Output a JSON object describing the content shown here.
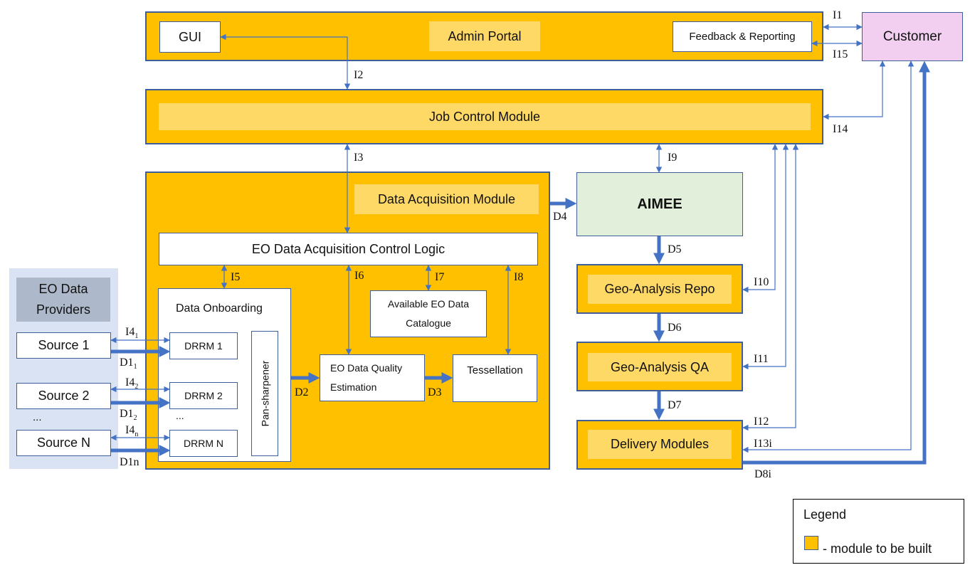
{
  "admin_portal": {
    "label": "Admin Portal",
    "gui": "GUI",
    "feedback": "Feedback & Reporting"
  },
  "customer": "Customer",
  "job_control": "Job Control Module",
  "data_acquisition": {
    "title": "Data Acquisition Module",
    "control_logic": "EO Data Acquisition Control Logic",
    "onboarding": "Data Onboarding",
    "drrm": [
      "DRRM 1",
      "DRRM 2",
      "DRRM N"
    ],
    "drrm_ellipsis": "...",
    "pan_sharpener": "Pan-sharpener",
    "catalogue": "Available EO Data Catalogue",
    "quality": "EO Data Quality Estimation",
    "tessellation": "Tessellation"
  },
  "providers": {
    "title": "EO Data Providers",
    "sources": [
      "Source 1",
      "Source 2",
      "Source N"
    ],
    "ellipsis": "..."
  },
  "aimee": "AIMEE",
  "geo_repo": "Geo-Analysis Repo",
  "geo_qa": "Geo-Analysis QA",
  "delivery": "Delivery Modules",
  "interfaces": {
    "i1": "I1",
    "i15": "I15",
    "i2": "I2",
    "i3": "I3",
    "i14": "I14",
    "i9": "I9",
    "i5": "I5",
    "i6": "I6",
    "i7": "I7",
    "i8": "I8",
    "i10": "I10",
    "i11": "I11",
    "i12": "I12",
    "i13i": "I13i",
    "d2": "D2",
    "d3": "D3",
    "d4": "D4",
    "d5": "D5",
    "d6": "D6",
    "d7": "D7",
    "d8i": "D8i",
    "i4_1": {
      "base": "I4",
      "sub": "1"
    },
    "i4_2": {
      "base": "I4",
      "sub": "2"
    },
    "i4_n": {
      "base": "I4",
      "sub": "n"
    },
    "d1_1": {
      "base": "D1",
      "sub": "1"
    },
    "d1_2": {
      "base": "D1",
      "sub": "2"
    },
    "d1n": "D1n"
  },
  "legend": {
    "title": "Legend",
    "item": "- module to be built"
  },
  "colors": {
    "module": "#FFC000",
    "module_inner": "#FFD966",
    "border": "#3F5F9A",
    "arrow": "#4472C4",
    "customer": "#F2CEF0",
    "aimee": "#E2EFDA",
    "providers_bg": "#DAE3F3",
    "providers_title_bg": "#ADB9CA"
  }
}
